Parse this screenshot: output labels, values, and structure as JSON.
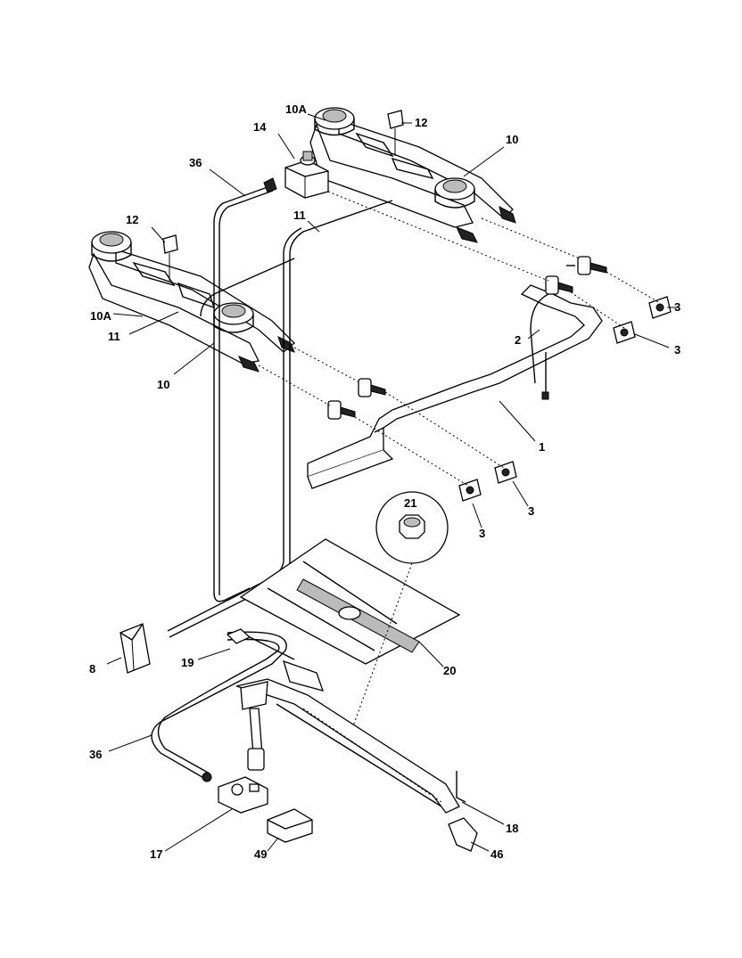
{
  "labels": {
    "l1": "1",
    "l2": "2",
    "l3": "3",
    "l8": "8",
    "l10": "10",
    "l10A": "10A",
    "l11": "11",
    "l12": "12",
    "l14": "14",
    "l17": "17",
    "l18": "18",
    "l19": "19",
    "l20": "20",
    "l21": "21",
    "l36": "36",
    "l46": "46",
    "l49": "49"
  }
}
